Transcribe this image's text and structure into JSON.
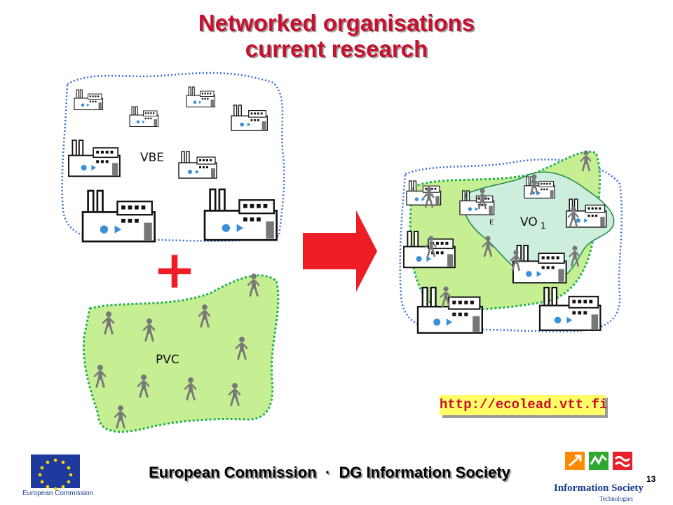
{
  "slide": {
    "title_line1": "Networked organisations",
    "title_line2": "current research",
    "page_number": "13"
  },
  "diagram": {
    "vbe_label": "VBE",
    "pvc_label": "PVC",
    "vo_label": "VO",
    "vo_subscript": "1",
    "vbe_inner_label": "E",
    "plus_symbol": "+",
    "arrow": "right-arrow-icon"
  },
  "link": {
    "url": "http://ecolead.vtt.fi"
  },
  "footer": {
    "text": "European Commission  ·  DG Information Society",
    "ec_logo_caption": "European Commission",
    "ist_logo_title": "Information Society",
    "ist_logo_sub": "Technologies"
  },
  "colors": {
    "title": "#c8102e",
    "dotted_blue": "#3b6fd8",
    "dotted_green": "#22b14c",
    "pvc_fill": "#c6ef94",
    "vo_fill": "#cdeedd",
    "arrow_red": "#ee1c25",
    "url_bg": "#ffff66"
  }
}
